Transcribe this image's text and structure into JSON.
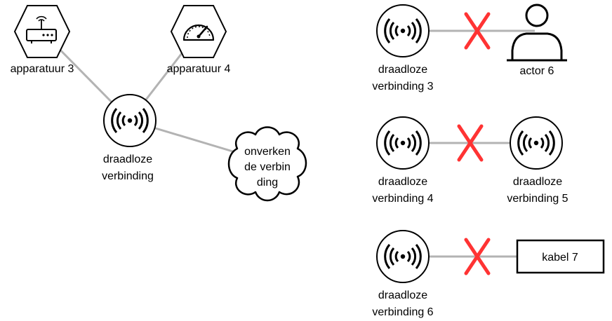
{
  "left_group": {
    "device3_label": "apparatuur 3",
    "device4_label": "apparatuur 4",
    "wireless_label": [
      "draadloze",
      "verbinding"
    ],
    "cloud_label": [
      "onverken",
      "de verbin",
      "ding"
    ]
  },
  "right_group": {
    "row1": {
      "wireless_label": [
        "draadloze",
        "verbinding 3"
      ],
      "actor_label": "actor 6"
    },
    "row2": {
      "wireless_a_label": [
        "draadloze",
        "verbinding 4"
      ],
      "wireless_b_label": [
        "draadloze",
        "verbinding 5"
      ]
    },
    "row3": {
      "wireless_label": [
        "draadloze",
        "verbinding 6"
      ],
      "cable_label": "kabel 7"
    }
  },
  "colors": {
    "edge": "#b3b3b3",
    "cross": "#ff3333",
    "stroke": "#000000"
  },
  "icons": [
    "router-icon",
    "speedometer-icon",
    "wireless-icon",
    "cloud-icon",
    "actor-icon",
    "cross-icon"
  ]
}
